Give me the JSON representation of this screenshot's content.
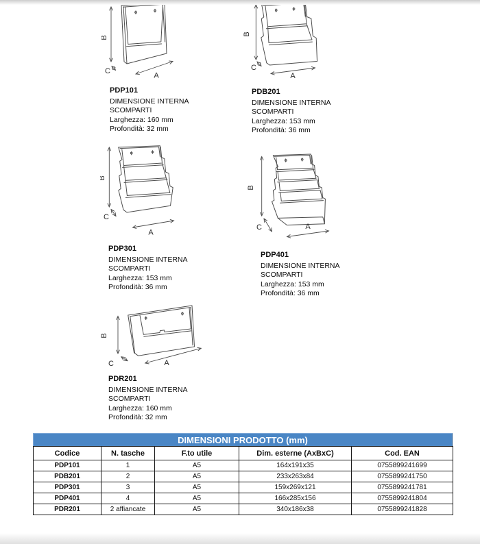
{
  "dims": {
    "a": "A",
    "b": "B",
    "c": "C"
  },
  "figures": [
    {
      "code": "PDP101",
      "desc1": "DIMENSIONE INTERNA",
      "desc2": "SCOMPARTI",
      "width": "Larghezza: 160 mm",
      "depth": "Profondità: 32 mm"
    },
    {
      "code": "PDB201",
      "desc1": "DIMENSIONE INTERNA",
      "desc2": "SCOMPARTI",
      "width": "Larghezza: 153 mm",
      "depth": "Profondità: 36 mm"
    },
    {
      "code": "PDP301",
      "desc1": "DIMENSIONE INTERNA",
      "desc2": "SCOMPARTI",
      "width": "Larghezza: 153 mm",
      "depth": "Profondità: 36 mm"
    },
    {
      "code": "PDP401",
      "desc1": "DIMENSIONE INTERNA",
      "desc2": "SCOMPARTI",
      "width": "Larghezza: 153 mm",
      "depth": "Profondità: 36 mm"
    },
    {
      "code": "PDR201",
      "desc1": "DIMENSIONE INTERNA",
      "desc2": "SCOMPARTI",
      "width": "Larghezza: 160 mm",
      "depth": "Profondità: 32 mm"
    }
  ],
  "table": {
    "title": "DIMENSIONI PRODOTTO (mm)",
    "columns": [
      "Codice",
      "N. tasche",
      "F.to utile",
      "Dim. esterne (AxBxC)",
      "Cod. EAN"
    ],
    "rows": [
      [
        "PDP101",
        "1",
        "A5",
        "164x191x35",
        "0755899241699"
      ],
      [
        "PDB201",
        "2",
        "A5",
        "233x263x84",
        "0755899241750"
      ],
      [
        "PDP301",
        "3",
        "A5",
        "159x269x121",
        "0755899241781"
      ],
      [
        "PDP401",
        "4",
        "A5",
        "166x285x156",
        "0755899241804"
      ],
      [
        "PDR201",
        "2 affiancate",
        "A5",
        "340x186x38",
        "0755899241828"
      ]
    ]
  },
  "colors": {
    "table_header_bg": "#4a86c5",
    "table_header_text": "#ffffff",
    "drawing_stroke": "#4d4d4d",
    "table_border": "#1a1a1a"
  }
}
